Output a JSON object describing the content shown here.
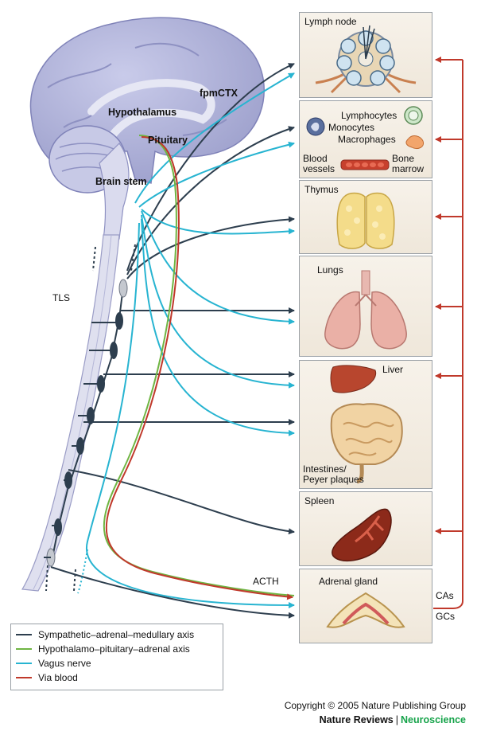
{
  "brain_labels": {
    "fpmctx": "fpmCTX",
    "hypothalamus": "Hypothalamus",
    "pituitary": "Pituitary",
    "brain_stem": "Brain stem",
    "tls": "TLS",
    "acth": "ACTH"
  },
  "organs": {
    "lymph_node": "Lymph node",
    "lymphocytes": "Lymphocytes",
    "monocytes": "Monocytes",
    "macrophages": "Macrophages",
    "blood_vessels": "Blood\nvessels",
    "bone_marrow": "Bone\nmarrow",
    "thymus": "Thymus",
    "lungs": "Lungs",
    "liver": "Liver",
    "intestines": "Intestines/\nPeyer plaques",
    "spleen": "Spleen",
    "adrenal_gland": "Adrenal gland"
  },
  "feedback": {
    "cas": "CAs",
    "gcs": "GCs"
  },
  "legend": [
    {
      "label": "Sympathetic–adrenal–medullary axis",
      "color": "#2d3e4e"
    },
    {
      "label": "Hypothalamo–pituitary–adrenal axis",
      "color": "#6fb543"
    },
    {
      "label": "Vagus nerve",
      "color": "#27b4d1"
    },
    {
      "label": "Via blood",
      "color": "#c0392b"
    }
  ],
  "colors": {
    "sympathetic": "#2d3e4e",
    "hpa": "#6fb543",
    "vagus": "#27b4d1",
    "blood": "#c0392b",
    "brain": "#b7b9de"
  },
  "footer": {
    "copyright": "Copyright © 2005 Nature Publishing Group",
    "brand_left": "Nature Reviews",
    "brand_sep": "|",
    "brand_right": "Neuroscience"
  }
}
